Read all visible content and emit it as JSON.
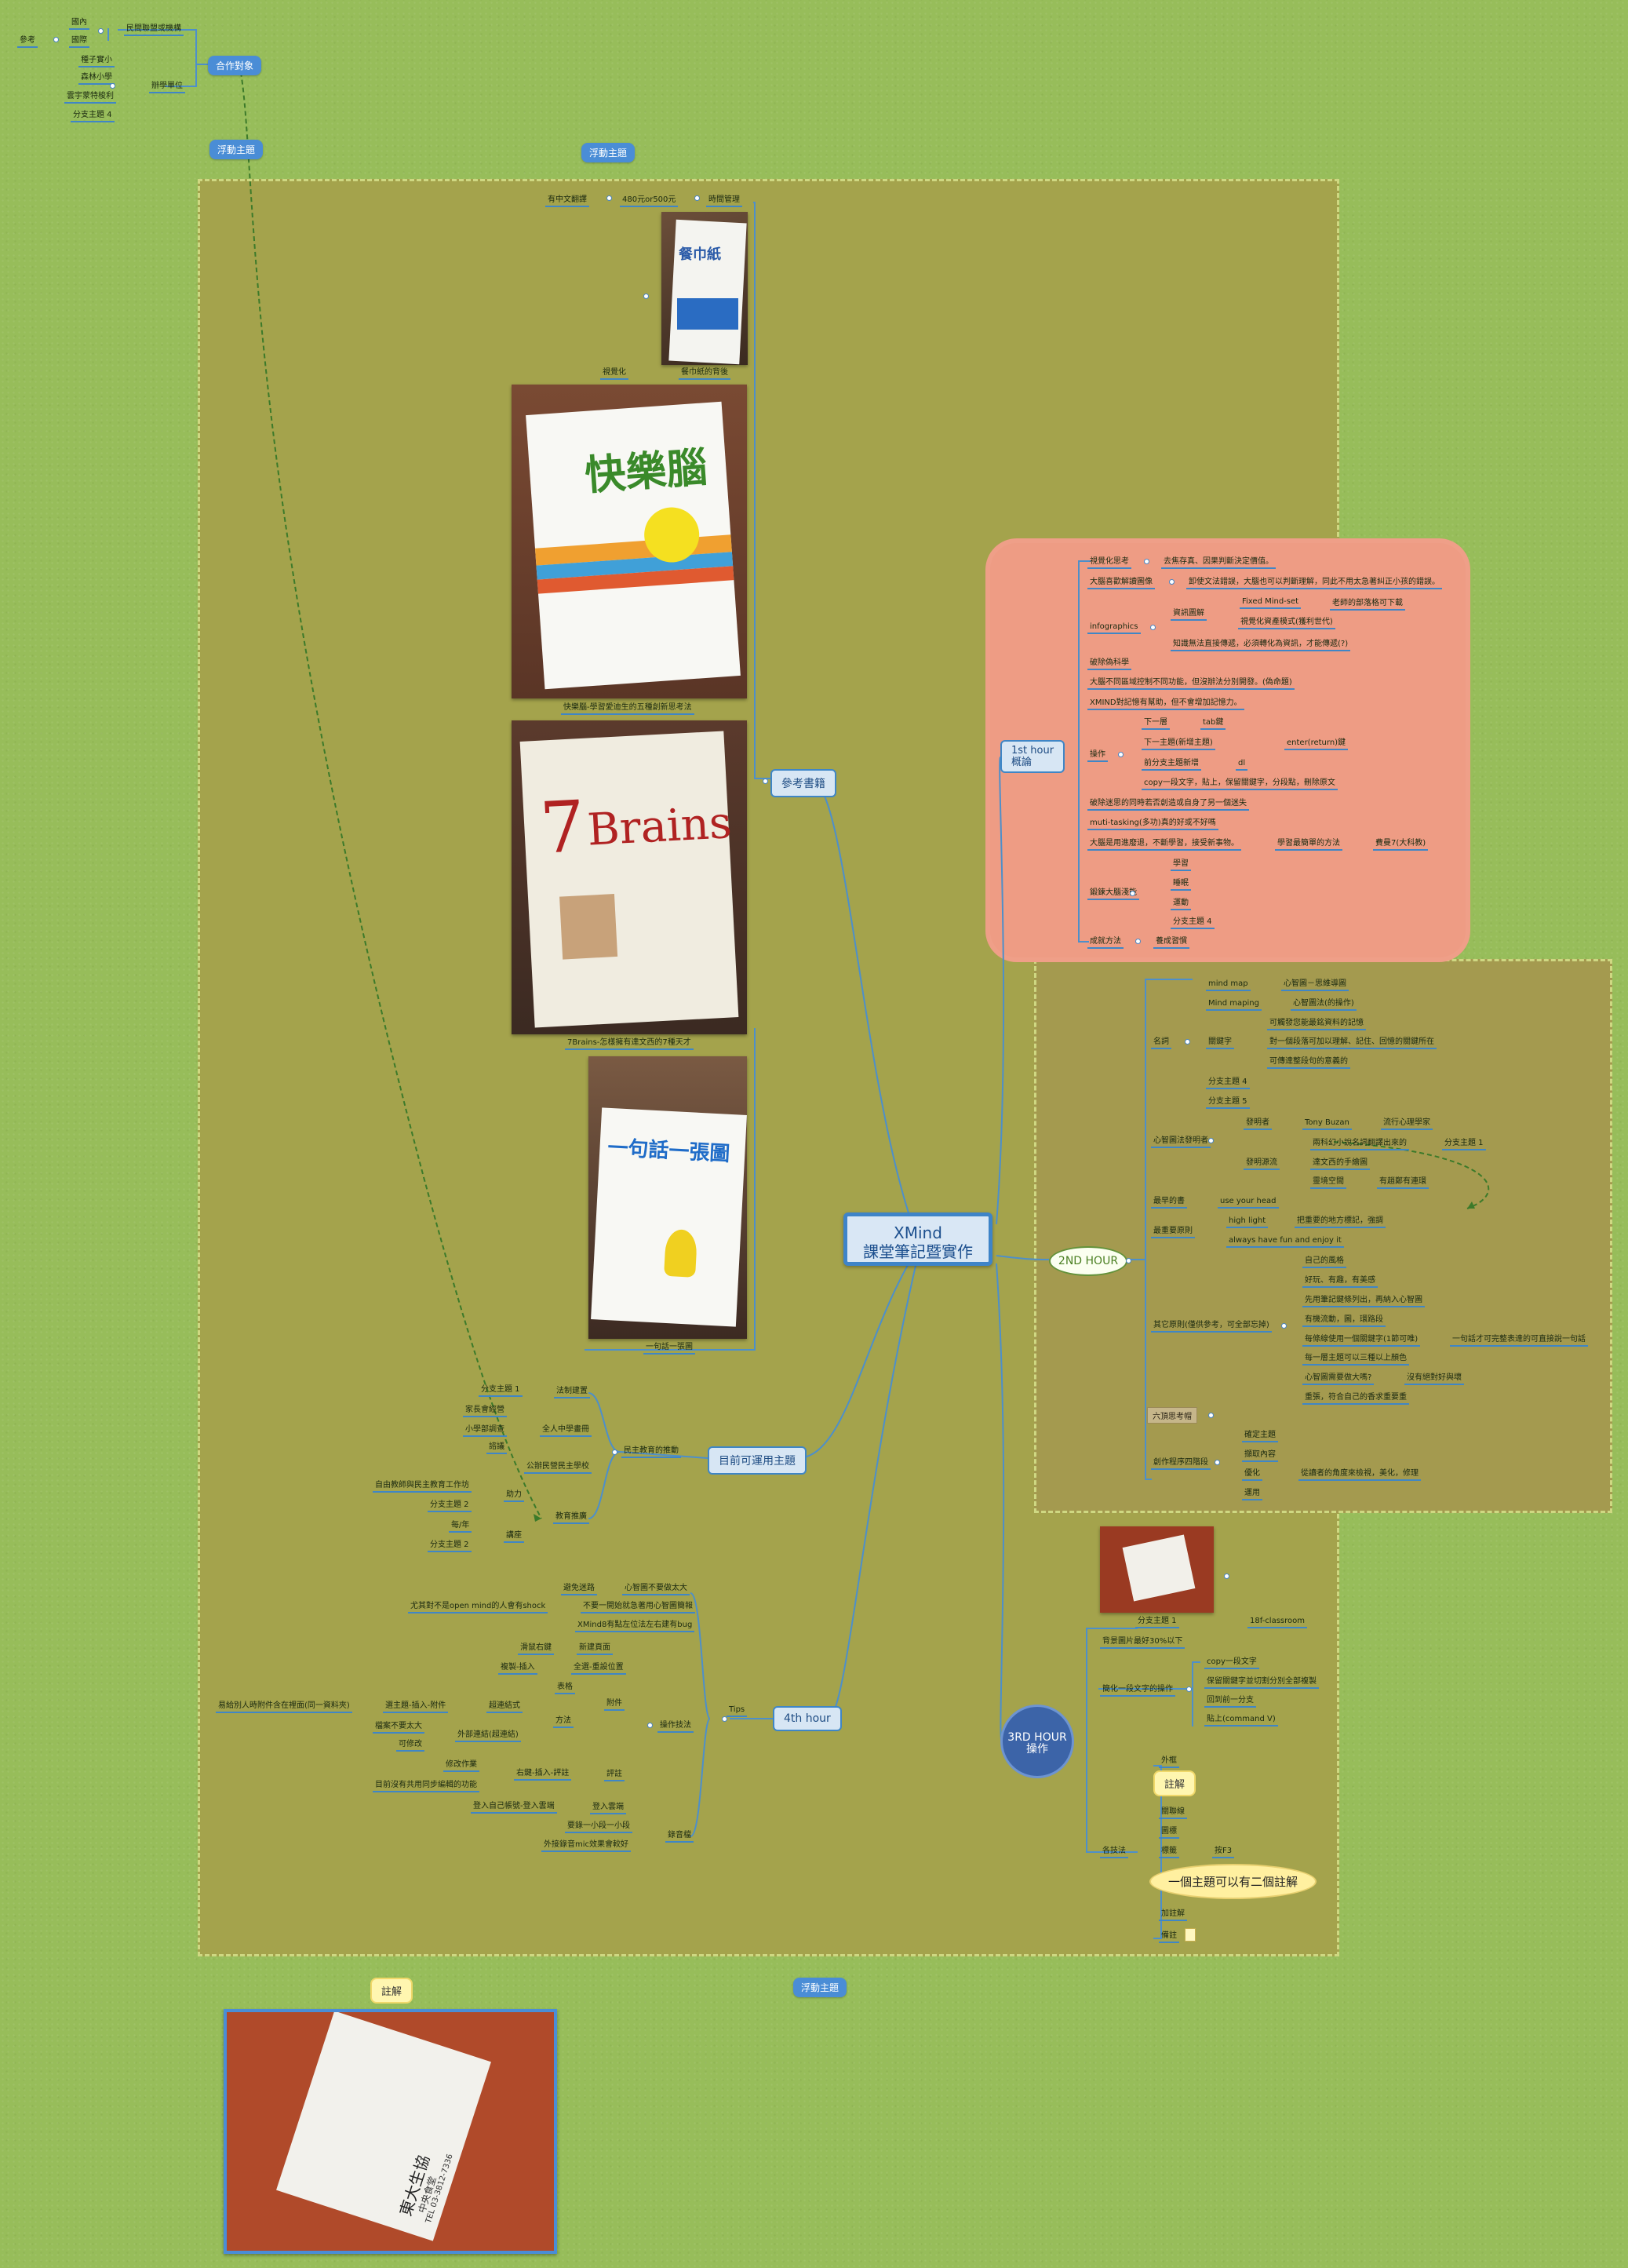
{
  "diagram": {
    "central": {
      "line1": "XMind",
      "line2": "課堂筆記暨實作"
    },
    "floating_topics": [
      "浮動主題",
      "浮動主題",
      "浮動主題"
    ],
    "partners": {
      "label": "合作對象",
      "ref": "參考",
      "domestic": "國內",
      "abroad": "國際",
      "ngo": "民間聯盟或機構",
      "kindergarten": "種子實小",
      "forest": "森林小學",
      "steiner": "雲宇蒙特梭利",
      "sub4": "分支主題 4",
      "schools": "辦學單位"
    },
    "books": {
      "label": "參考書籍",
      "price": "480元or500元",
      "time": "時間管理",
      "chinese": "有中文翻譯",
      "visual": "視覺化",
      "book1_caption": "餐巾紙的背後",
      "book2_caption": "快樂腦-學習愛迪生的五種創新思考法",
      "book3_caption": "7Brains-怎樣擁有達文西的7種天才",
      "book4_caption": "一句話一張圖"
    },
    "current": {
      "label": "目前可運用主題",
      "democracy": "民主教育的推動",
      "law": "法制建置",
      "sub1": "分支主題 1",
      "parents": "家長會經營",
      "middle": "小學部調查",
      "middle2": "全人中學畫冊",
      "admin": "諮議",
      "public": "公辦民營民主學校",
      "promo": "教育推廣",
      "force": "助力",
      "lecture": "講座",
      "freedom": "自由教師與民主教育工作坊",
      "sub2a": "分支主題 2",
      "everyyear": "每/年",
      "sub2b": "分支主題 2"
    },
    "hour4": {
      "label": "4th hour",
      "tips": "Tips",
      "avoid": "避免迷路",
      "heart_small": "心智圖不要做太大",
      "open_mind": "尤其對不是open mind的人會有shock",
      "no_scare": "不要一開始就急著用心智圖簡報",
      "bug": "XMind8有點左位法左右建有bug",
      "mouse": "滑鼠右鍵",
      "new_page": "新建頁面",
      "copy_insert": "複製-插入",
      "all_pos": "全選-重設位置",
      "table": "表格",
      "attach": "附件",
      "attach_tip": "易給別人時附件含在裡面(同一資料夾)",
      "choose": "選主題-插入-附件",
      "format": "超連結式",
      "method": "方法",
      "too_big": "檔案不要太大",
      "may_modify": "可修改",
      "external": "外部連結(超連結)",
      "skill": "操作技法",
      "edit_doc": "修改作業",
      "right_insert": "右鍵-插入-評註",
      "comment": "評註",
      "sync": "目前沒有共用同步編輯的功能",
      "login": "登入自己帳號-登入雲端",
      "cloud": "登入雲端",
      "voice": "錄音檔",
      "short": "要錄一小段一小段",
      "mic": "外接錄音mic效果會較好"
    },
    "hour1": {
      "label": "1st hour 概論",
      "label1": "1st hour",
      "label2": "概論",
      "visual_think": "視覺化思考",
      "visual_think_r": "去焦存真、因果判斷決定價值。",
      "brain_read": "大腦喜歡解讀圖像",
      "brain_read_r": "卸使文法錯誤，大腦也可以判斷理解，同此不用太急著糾正小孩的錯誤。",
      "infographics": "infographics",
      "read_pic": "資訊圖解",
      "fixed": "Fixed Mind-set",
      "teacher": "老師的部落格可下載",
      "visual_mode": "視覺化資產模式(獲利世代)",
      "know_sell": "知識無法直接傳遞，必須轉化為資訊，才能傳遞(?)",
      "pseudo": "破除偽科學",
      "brain_area": "大腦不同區域控制不同功能，但沒辦法分別開發。(偽命題)",
      "xmind_help": "XMIND對記憶有幫助，但不會增加記憶力。",
      "op": "操作",
      "next": "下一層",
      "tab": "tab鍵",
      "next_topic": "下一主題(新增主題)",
      "enter": "enter(return)鍵",
      "sub_new": "前分支主題新增",
      "del": "dl",
      "copy_text": "copy一段文字，貼上，保留關鍵字，分段點，刪除原文",
      "break_habit": "破除迷思的同時若否創造或自身了另一個迷失",
      "multi": "muti-tasking(多功)真的好或不好嗎",
      "brain_focus": "大腦是用進廢退，不斷學習，接受新事物。",
      "simple": "學習最簡單的方法",
      "dongwei": "費曼7(大科教)",
      "brain_train": "鍛鍊大腦淺能",
      "learn": "學習",
      "sleep": "睡眠",
      "exercise": "運動",
      "sub4": "分支主題 4",
      "success": "成就方法",
      "habit": "養成習慣"
    },
    "hour2": {
      "label": "2ND HOUR",
      "name": "名詞",
      "mindmap": "mind map",
      "mindmap_r": "心智圖－思維導圖",
      "mindmaping": "Mind maping",
      "mindmaping_r": "心智圖法(的操作)",
      "keyword": "關鍵字",
      "keyword_a": "可觸發您能最銘資料的記憶",
      "keyword_b": "對一個段落可加以理解、記住、回憶的關鍵所在",
      "keyword_c": "可傳達整段句的意義的",
      "sub4": "分支主題 4",
      "sub5": "分支主題 5",
      "inventor": "心智圖法發明者",
      "inventor2": "發明者",
      "tony": "Tony Buzan",
      "psych": "流行心理學家",
      "from": "發明源流",
      "from_a": "兩科幻小說名詞翻譯出來的",
      "from_sub1": "分支主題 1",
      "from_b": "達文西的手繪圖",
      "memory": "靈境空間",
      "memory_r": "有趙鄭有連環",
      "early": "最早的書",
      "use_head": "use your head",
      "principle": "最重要原則",
      "highlight": "high light",
      "highlight_r": "把重要的地方標記，強調",
      "always_fun": "always have fun and enjoy it",
      "other": "其它原則(僅供參考，可全部忘掉)",
      "p1": "自己的風格",
      "p2": "好玩、有趣，有美感",
      "p3": "先用筆記鍵條列出，再納入心智圖",
      "p4": "有機流動，圖，環路段",
      "p5": "每條線使用一個關鍵字(1節可唯)",
      "p5_r": "一句話才可完整表達的可直接說一句話",
      "p6": "每一層主題可以三種以上顏色",
      "p7": "心智圖需要做大嗎?",
      "p7_r": "沒有絕對好與壞",
      "p8": "重張，符合自己的香求重要重",
      "six_hats": "六頂思考帽",
      "create": "創作程序四階段",
      "confirm": "確定主題",
      "collect": "擷取內容",
      "optimize": "優化",
      "optimize_r": "從讀者的角度來檢視，美化，修理",
      "apply": "運用"
    },
    "hour3": {
      "label1": "3RD HOUR",
      "label2": "操作",
      "sub1": "分支主題 1",
      "classroom": "18f-classroom",
      "bg_adjust": "背景圖片最好30%以下",
      "text_op": "簡化一段文字的操作",
      "copy_one": "copy一段文字",
      "keep_key": "保留關鍵字並切割分別全部複製",
      "back": "回到前一分支",
      "paste": "貼上(command V)",
      "skills": "各技法",
      "outer": "外框",
      "note": "註解",
      "connect": "關聯線",
      "photo": "圖標",
      "label_x": "標籤",
      "f3": "按F3",
      "two_notes": "一個主題可以有二個註解",
      "add_note": "加註解",
      "memo": "備註"
    },
    "bottom_note": "註解",
    "receipt": {
      "shop": "東大生協",
      "sub": "中央食堂",
      "tel": "TEL 03-3812-7336"
    }
  }
}
